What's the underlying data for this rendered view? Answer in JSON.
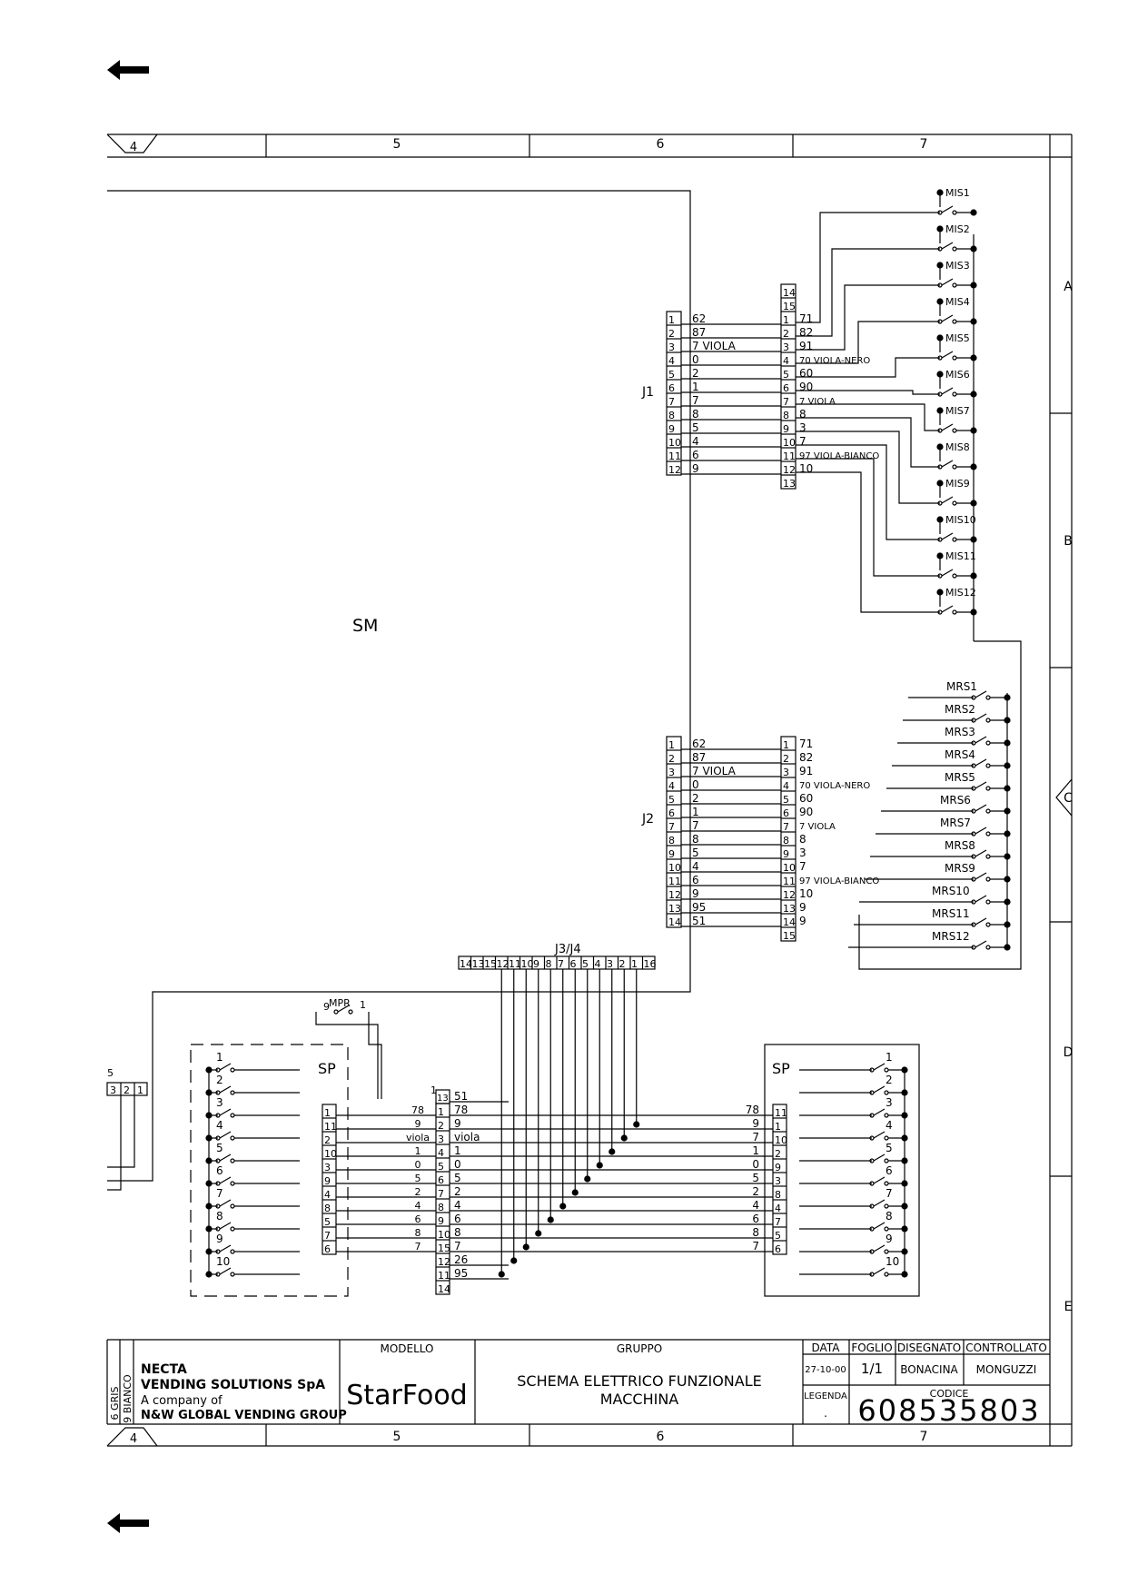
{
  "zones": {
    "top": [
      "4",
      "5",
      "6",
      "7"
    ],
    "bottom": [
      "4",
      "5",
      "6",
      "7"
    ],
    "right": [
      "A",
      "B",
      "C",
      "D",
      "E"
    ]
  },
  "sm_label": "SM",
  "j1": {
    "label": "J1",
    "left_pins": [
      "1",
      "2",
      "3",
      "4",
      "5",
      "6",
      "7",
      "8",
      "9",
      "10",
      "11",
      "12"
    ],
    "left_wires": [
      "62",
      "87",
      "7 VIOLA",
      "0",
      "2",
      "1",
      "7",
      "8",
      "5",
      "4",
      "6",
      "9"
    ],
    "right_pins": [
      "14",
      "15",
      "1",
      "2",
      "3",
      "4",
      "5",
      "6",
      "7",
      "8",
      "9",
      "10",
      "11",
      "12",
      "13"
    ],
    "right_wires": [
      "71",
      "82",
      "91",
      "70 VIOLA-NERO",
      "60",
      "90",
      "7 VIOLA",
      "8",
      "3",
      "7",
      "97 VIOLA-BIANCO",
      "10"
    ]
  },
  "mis": [
    "MIS1",
    "MIS2",
    "MIS3",
    "MIS4",
    "MIS5",
    "MIS6",
    "MIS7",
    "MIS8",
    "MIS9",
    "MIS10",
    "MIS11",
    "MIS12"
  ],
  "j2": {
    "label": "J2",
    "left_pins": [
      "1",
      "2",
      "3",
      "4",
      "5",
      "6",
      "7",
      "8",
      "9",
      "10",
      "11",
      "12",
      "13",
      "14"
    ],
    "left_wires": [
      "62",
      "87",
      "7 VIOLA",
      "0",
      "2",
      "1",
      "7",
      "8",
      "5",
      "4",
      "6",
      "9",
      "95",
      "51"
    ],
    "right_pins": [
      "1",
      "2",
      "3",
      "4",
      "5",
      "6",
      "7",
      "8",
      "9",
      "10",
      "11",
      "12",
      "13",
      "14",
      "15"
    ],
    "right_wires": [
      "71",
      "82",
      "91",
      "70 VIOLA-NERO",
      "60",
      "90",
      "7 VIOLA",
      "8",
      "3",
      "7",
      "97 VIOLA-BIANCO",
      "10",
      "9",
      "9"
    ]
  },
  "mrs": [
    "MRS1",
    "MRS2",
    "MRS3",
    "MRS4",
    "MRS5",
    "MRS6",
    "MRS7",
    "MRS8",
    "MRS9",
    "MRS10",
    "MRS11",
    "MRS12"
  ],
  "j3j4": {
    "label": "J3/J4",
    "pins": [
      "14",
      "13",
      "15",
      "12",
      "11",
      "10",
      "9",
      "8",
      "7",
      "6",
      "5",
      "4",
      "3",
      "2",
      "1",
      "16"
    ]
  },
  "mpr": {
    "label": "MPR",
    "left": "9",
    "right": "1"
  },
  "edge_conn": {
    "pins": [
      "3",
      "2",
      "1"
    ],
    "top": "5"
  },
  "sp_left": {
    "label": "SP",
    "switches": [
      "1",
      "2",
      "3",
      "4",
      "5",
      "6",
      "7",
      "8",
      "9",
      "10"
    ],
    "pins": [
      "1",
      "11",
      "2",
      "10",
      "3",
      "9",
      "4",
      "8",
      "5",
      "7",
      "6"
    ]
  },
  "mid_conn": {
    "top_wire": "1",
    "left_wires": [
      "78",
      "9",
      "viola",
      "1",
      "0",
      "5",
      "2",
      "4",
      "6",
      "8",
      "7"
    ],
    "pins": [
      "13",
      "1",
      "2",
      "3",
      "4",
      "5",
      "6",
      "7",
      "8",
      "9",
      "10",
      "15",
      "12",
      "11",
      "14"
    ],
    "right_wires": [
      "51",
      "78",
      "9",
      "viola",
      "1",
      "0",
      "5",
      "2",
      "4",
      "6",
      "8",
      "7",
      "26",
      "95"
    ]
  },
  "sp_right": {
    "label": "SP",
    "switches": [
      "1",
      "2",
      "3",
      "4",
      "5",
      "6",
      "7",
      "8",
      "9",
      "10"
    ],
    "pins": [
      "11",
      "1",
      "10",
      "2",
      "9",
      "3",
      "8",
      "4",
      "7",
      "5",
      "6"
    ],
    "wires": [
      "78",
      "9",
      "7",
      "1",
      "0",
      "5",
      "2",
      "4",
      "6",
      "8",
      "7"
    ]
  },
  "title_block": {
    "side_labels": [
      "6 GRIS",
      "9 BIANCO"
    ],
    "company_name": "NECTA",
    "company_line2": "VENDING SOLUTIONS SpA",
    "company_line3": "A company of",
    "company_line4": "N&W GLOBAL VENDING GROUP",
    "modello_label": "MODELLO",
    "modello_value": "StarFood",
    "gruppo_label": "GRUPPO",
    "gruppo_line1": "SCHEMA ELETTRICO FUNZIONALE",
    "gruppo_line2": "MACCHINA",
    "data_label": "DATA",
    "data_value": "27-10-00",
    "foglio_label": "FOGLIO",
    "foglio_value": "1/1",
    "disegnato_label": "DISEGNATO",
    "disegnato_value": "BONACINA",
    "controllato_label": "CONTROLLATO",
    "controllato_value": "MONGUZZI",
    "legenda_label": "LEGENDA",
    "legenda_value": ".",
    "codice_label": "CODICE",
    "codice_value": "608535803"
  }
}
